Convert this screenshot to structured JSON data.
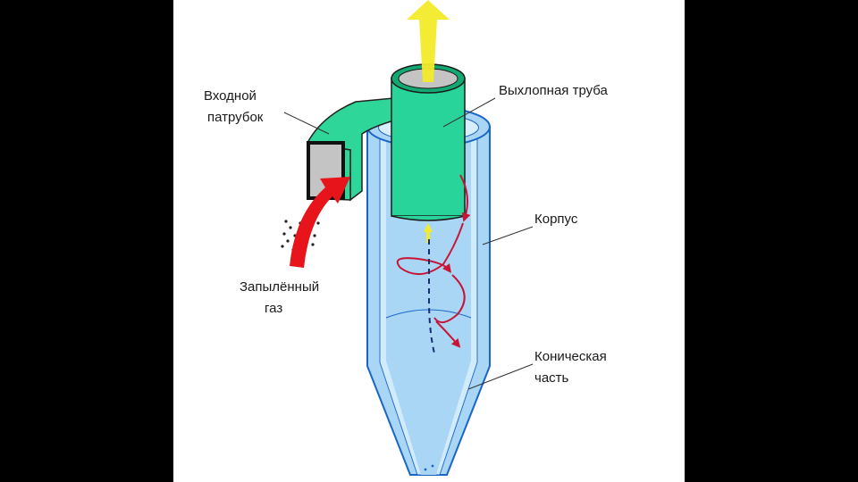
{
  "labels": {
    "inlet_line1": "Входной",
    "inlet_line2": "патрубок",
    "exhaust": "Выхлопная труба",
    "body": "Корпус",
    "conical_line1": "Коническая",
    "conical_line2": "часть",
    "gas_line1": "Запылённый",
    "gas_line2": "газ"
  },
  "colors": {
    "background": "#000000",
    "panel": "#ffffff",
    "body_fill": "#a9d6f5",
    "body_inner": "#d7eefc",
    "body_outline": "#1a66c8",
    "exhaust_pipe": "#29d49a",
    "exhaust_pipe_dark": "#13a871",
    "inlet_pipe": "#2fd69a",
    "inlet_opening": "#c4c4c4",
    "gas_arrow": "#e8141c",
    "flow_arrow": "#c81436",
    "out_arrow": "#f3ea2a",
    "leader": "#333333"
  },
  "icons": {
    "gas_inflow": "curved-arrow-icon",
    "clean_gas_out": "up-arrow-icon",
    "vortex_flow": "spiral-arrow-icon"
  }
}
